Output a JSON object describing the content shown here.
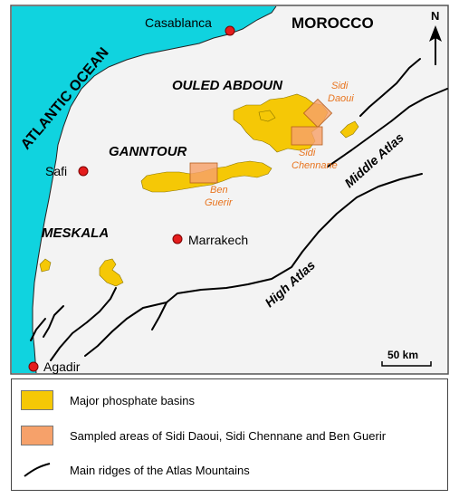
{
  "map": {
    "country": "MOROCCO",
    "ocean": "ATLANTIC OCEAN",
    "colors": {
      "ocean": "#10d3df",
      "land": "#f3f3f3",
      "phosphate": "#f5c806",
      "sampled": "#f6a16a",
      "ridge": "#000000",
      "city_dot": "#e41c1c",
      "site_text": "#e8741e"
    },
    "cities": [
      {
        "id": "casablanca",
        "name": "Casablanca"
      },
      {
        "id": "safi",
        "name": "Safi"
      },
      {
        "id": "marrakech",
        "name": "Marrakech"
      },
      {
        "id": "agadir",
        "name": "Agadir"
      }
    ],
    "basins": [
      {
        "id": "ouled-abdoun",
        "name": "OULED ABDOUN"
      },
      {
        "id": "ganntour",
        "name": "GANNTOUR"
      },
      {
        "id": "meskala",
        "name": "MESKALA"
      }
    ],
    "sampled_sites": [
      {
        "id": "sidi-daoui",
        "line1": "Sidi",
        "line2": "Daoui"
      },
      {
        "id": "sidi-chennane",
        "line1": "Sidi",
        "line2": "Chennane"
      },
      {
        "id": "ben-guerir",
        "line1": "Ben",
        "line2": "Guerir"
      }
    ],
    "mountains": [
      {
        "id": "middle-atlas",
        "name": "Middle Atlas"
      },
      {
        "id": "high-atlas",
        "name": "High Atlas"
      }
    ],
    "north_arrow": "N",
    "scale_bar": "50 km"
  },
  "legend": {
    "items": [
      {
        "symbol": "phosphate-swatch",
        "label": "Major phosphate basins"
      },
      {
        "symbol": "sampled-swatch",
        "label": "Sampled areas of Sidi Daoui, Sidi Chennane and Ben Guerir"
      },
      {
        "symbol": "ridge-line",
        "label": "Main ridges of the Atlas Mountains"
      }
    ]
  }
}
